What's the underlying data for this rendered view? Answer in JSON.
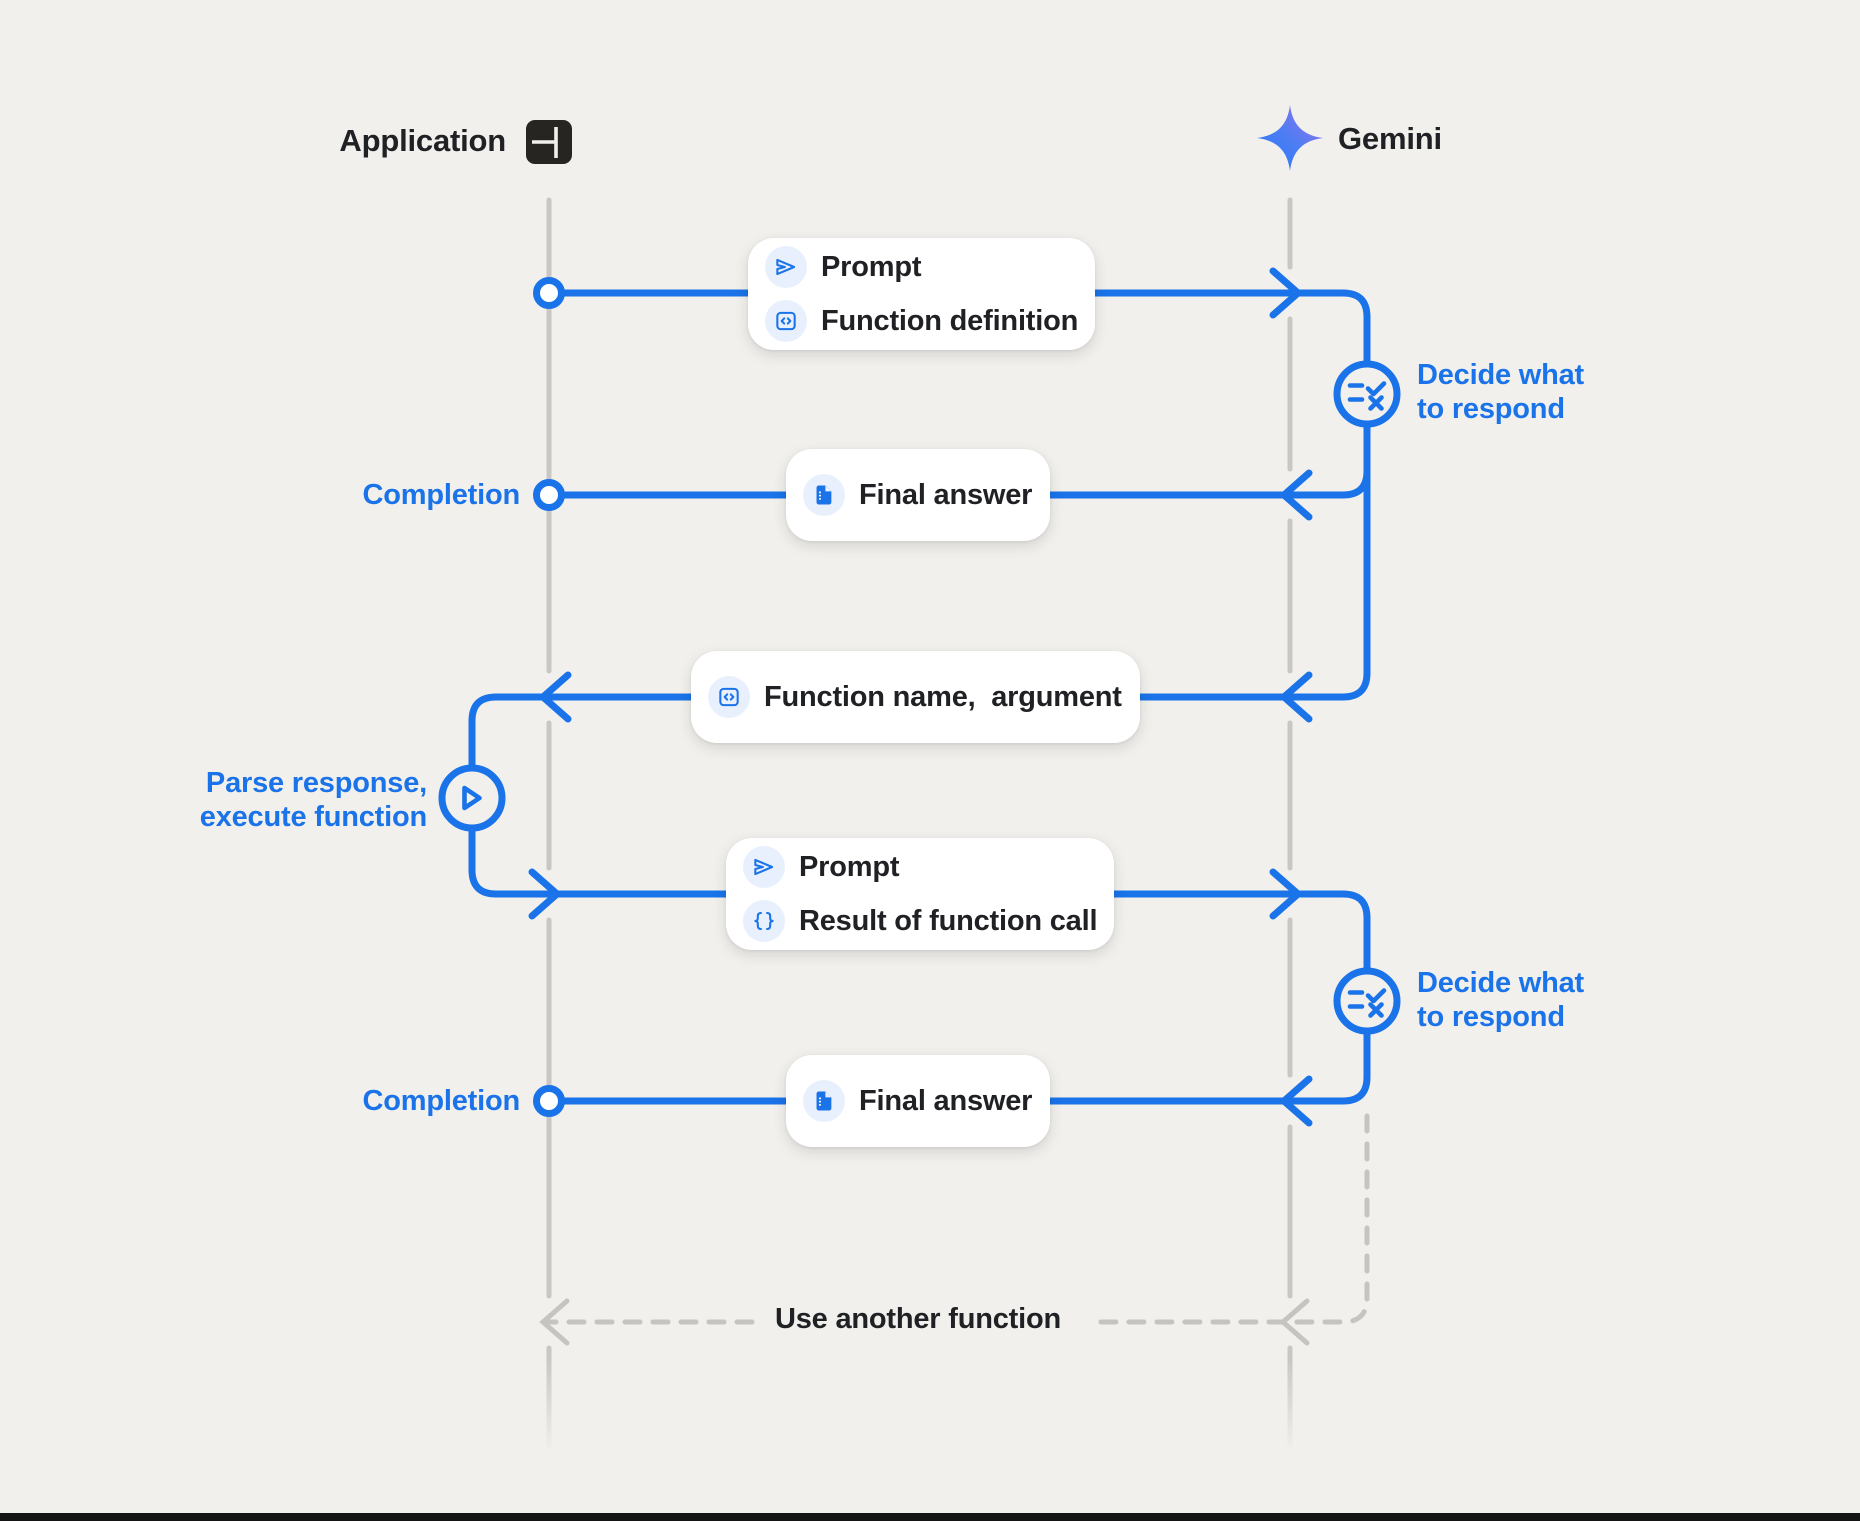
{
  "page": {
    "background": "#f2f0ec",
    "accent_blue": "#1a73e8",
    "text_dark": "#202124",
    "lifeline_gray": "#c9c7c4",
    "chip_bg": "#e8f0fe",
    "bottom_bar": "#141414"
  },
  "actors": {
    "application": {
      "label": "Application",
      "icon": "app-window-icon"
    },
    "gemini": {
      "label": "Gemini",
      "icon": "gemini-spark-icon"
    }
  },
  "messages": [
    {
      "id": "prompt-function-definition",
      "from": "application",
      "to": "gemini",
      "style": "solid",
      "lines": [
        {
          "icon": "send-icon",
          "label": "Prompt"
        },
        {
          "icon": "code-box-icon",
          "label": "Function definition"
        }
      ]
    },
    {
      "id": "final-answer-1",
      "from": "gemini",
      "to": "application",
      "style": "solid",
      "lines": [
        {
          "icon": "document-icon",
          "label": "Final answer"
        }
      ]
    },
    {
      "id": "function-name-argument",
      "from": "gemini",
      "to": "application",
      "style": "solid",
      "lines": [
        {
          "icon": "code-box-icon",
          "label": "Function name,  argument"
        }
      ]
    },
    {
      "id": "prompt-result-of-function-call",
      "from": "application",
      "to": "gemini",
      "style": "solid",
      "lines": [
        {
          "icon": "send-icon",
          "label": "Prompt"
        },
        {
          "icon": "braces-icon",
          "label": "Result of function call"
        }
      ]
    },
    {
      "id": "final-answer-2",
      "from": "gemini",
      "to": "application",
      "style": "solid",
      "lines": [
        {
          "icon": "document-icon",
          "label": "Final answer"
        }
      ]
    },
    {
      "id": "use-another-function",
      "from": "gemini",
      "to": "application",
      "style": "dashed",
      "label": "Use another function"
    }
  ],
  "annotations": {
    "completion_1": "Completion",
    "completion_2": "Completion",
    "decide_1": {
      "line1": "Decide what",
      "line2": "to respond"
    },
    "decide_2": {
      "line1": "Decide what",
      "line2": "to respond"
    },
    "parse": {
      "line1": "Parse response,",
      "line2": "execute function"
    }
  }
}
